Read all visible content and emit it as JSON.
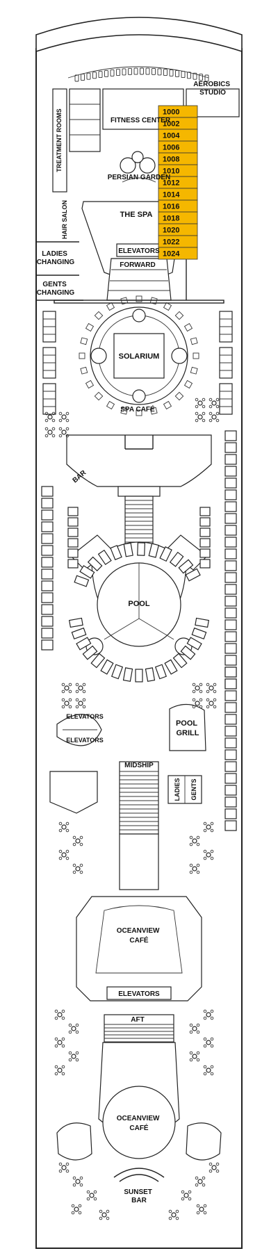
{
  "title": "",
  "cabins": [
    "1000",
    "1002",
    "1004",
    "1006",
    "1008",
    "1010",
    "1012",
    "1014",
    "1016",
    "1018",
    "1020",
    "1022",
    "1024"
  ],
  "cabin_color": "#f5b700",
  "labels": {
    "aerobics": [
      "AEROBICS",
      "STUDIO"
    ],
    "fitness": "FITNESS CENTER",
    "treatment": "TREATMENT ROOMS",
    "persian": "PERSIAN GARDEN",
    "hair": "HAIR SALON",
    "spa": "THE SPA",
    "elevators_fwd": "ELEVATORS",
    "forward": "FORWARD",
    "ladies_changing": [
      "LADIES",
      "CHANGING"
    ],
    "gents_changing": [
      "GENTS",
      "CHANGING"
    ],
    "solarium": "SOLARIUM",
    "spa_cafe": "SPA CAFÉ",
    "bar": "BAR",
    "pool": "POOL",
    "elevators_mid_1": "ELEVATORS",
    "elevators_mid_2": "ELEVATORS",
    "pool_grill": [
      "POOL",
      "GRILL"
    ],
    "midship": "MIDSHIP",
    "ladies": "LADIES",
    "gents": "GENTS",
    "oceanview_1": [
      "OCEANVIEW",
      "CAFÉ"
    ],
    "elevators_aft": "ELEVATORS",
    "aft": "AFT",
    "oceanview_2": [
      "OCEANVIEW",
      "CAFÉ"
    ],
    "sunset_bar": [
      "SUNSET",
      "BAR"
    ]
  }
}
